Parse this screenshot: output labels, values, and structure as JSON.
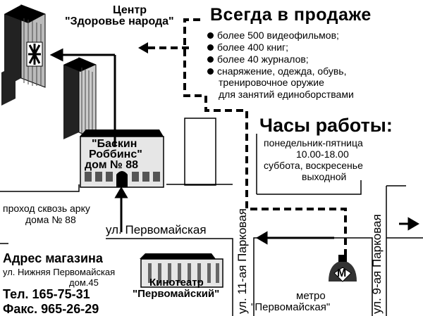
{
  "center": {
    "line1": "Центр",
    "line2": "\"Здоровье народа\""
  },
  "sale": {
    "title": "Всегда в продаже",
    "items": [
      "более 500 видеофильмов;",
      "более 400 книг;",
      "более 40 журналов;",
      "снаряжение, одежда, обувь,"
    ],
    "item4_cont1": "тренировочное оружие",
    "item4_cont2": "для занятий единоборствами"
  },
  "hours": {
    "title": "Часы работы:",
    "weekdays": "понедельник-пятница",
    "weekday_time": "10.00-18.00",
    "weekend": "суббота, воскресенье",
    "weekend_status": "выходной"
  },
  "baskin": {
    "line1": "\"Баскин",
    "line2": "Роббинс\"",
    "line3": "дом № 88"
  },
  "passage": {
    "line1": "проход сквозь арку",
    "line2": "дома № 88"
  },
  "streets": {
    "pervomayskaya": "ул. Первомайская",
    "park11": "ул. 11-ая Парковая",
    "park9": "ул. 9-ая Парковая"
  },
  "address": {
    "title": "Адрес магазина",
    "street": "ул. Нижняя Первомайская",
    "house": "дом.45",
    "phone": "Тел. 165-75-31",
    "fax": "Факс. 965-26-29"
  },
  "cinema": {
    "line1": "Кинотеатр",
    "line2": "\"Первомайский\""
  },
  "metro": {
    "letter": "M",
    "line1": "метро",
    "line2": "\"Первомайская\""
  },
  "colors": {
    "ink": "#000000",
    "background": "#ffffff"
  }
}
